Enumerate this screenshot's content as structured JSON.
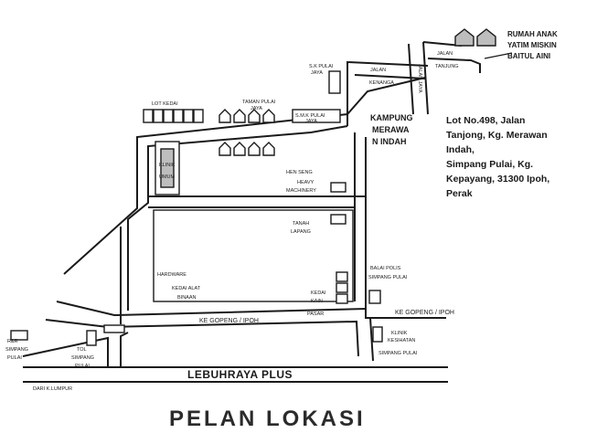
{
  "labels": {
    "rumah_anak": [
      "RUMAH ANAK",
      "YATIM MISKIN",
      "BAITUL AINI"
    ],
    "skpulai": [
      "S.K PULAI",
      "JAYA"
    ],
    "jln_kenanga": [
      "JALAN",
      "KENANGA"
    ],
    "jln_jaya": [
      "JALAN JAYA"
    ],
    "jln_tanjung": [
      "JALAN",
      "TANJUNG"
    ],
    "lot_kedai": [
      "LOT KEDAI"
    ],
    "taman_pulai": [
      "TAMAN PULAI",
      "JAYA"
    ],
    "smk": [
      "S.M.K PULAI",
      "JAYA"
    ],
    "kampung": [
      "KAMPUNG",
      "MERAWA",
      "N INDAH"
    ],
    "klinik_umum": [
      "KLINIK",
      "UMUM"
    ],
    "hen_seng": [
      "HEN SENG"
    ],
    "heavy": [
      "HEAVY",
      "MACHINERY"
    ],
    "tanah": [
      "TANAH",
      "LAPANG"
    ],
    "hardware": [
      "HARDWARE"
    ],
    "kedai_alat": [
      "KEDAI ALAT",
      "BINAAN"
    ],
    "kedai_kain": [
      "KEDAI",
      "KAIN"
    ],
    "pasar": [
      "PASAR"
    ],
    "balai": [
      "BALAI POLIS",
      "SIMPANG PULAI"
    ],
    "ke_gopeng_left": [
      "KE GOPENG / IPOH"
    ],
    "ke_gopeng_right": [
      "KE GOPENG / IPOH"
    ],
    "klinik_kes": [
      "KLINIK",
      "KESIHATAN",
      "SIMPANG PULAI"
    ],
    "rr": [
      "R&R",
      "SIMPANG",
      "PULAI"
    ],
    "tol": [
      "TOL",
      "SIMPANG",
      "PULAI"
    ],
    "dari": [
      "DARI K.LUMPUR"
    ],
    "lebuhraya": [
      "LEBUHRAYA PLUS"
    ]
  },
  "address": [
    "Lot No.498, Jalan",
    "Tanjong, Kg. Merawan",
    "Indah,",
    "Simpang Pulai, Kg.",
    "Kepayang, 31300 Ipoh,",
    "Perak"
  ],
  "title": "PELAN LOKASI"
}
